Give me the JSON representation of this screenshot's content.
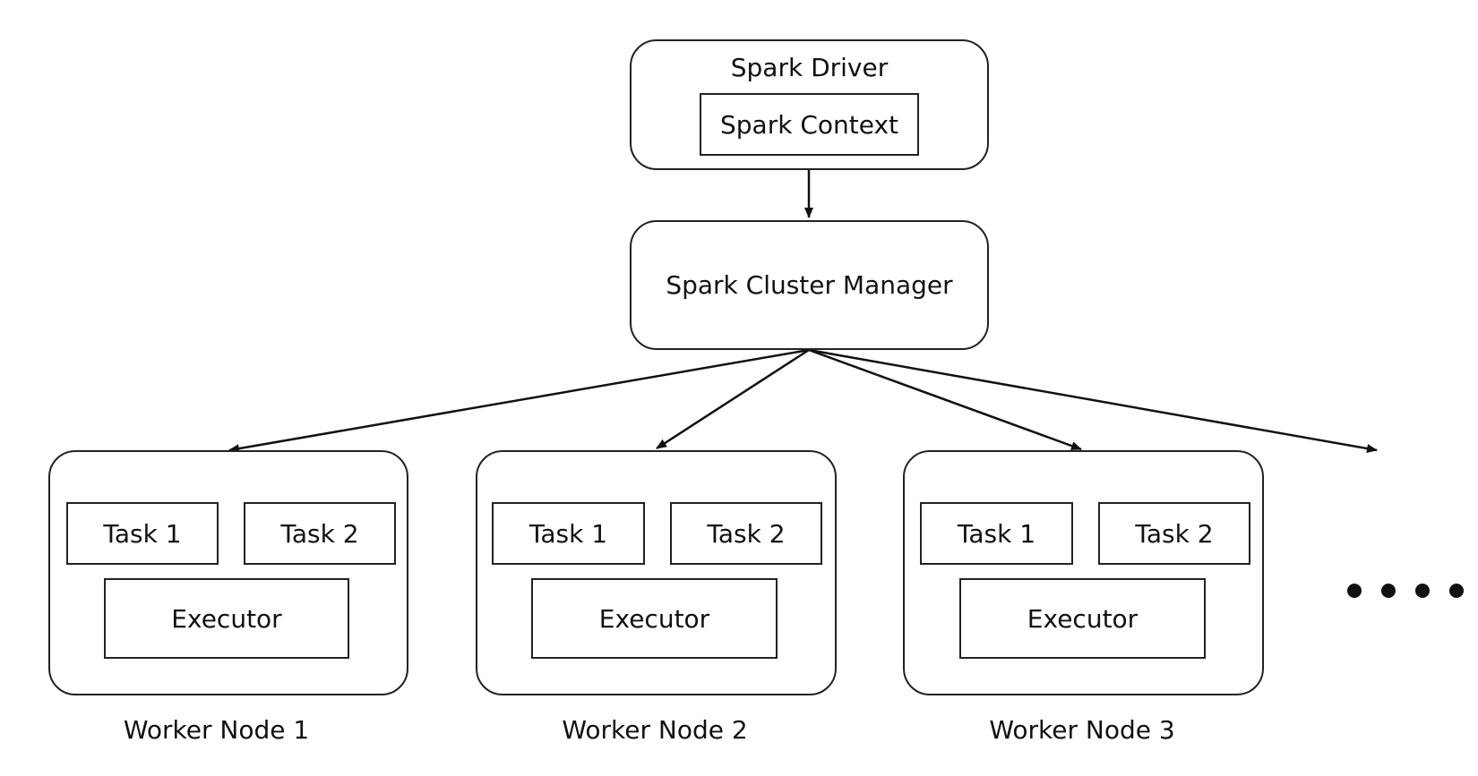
{
  "driver": {
    "title": "Spark Driver",
    "context": "Spark Context"
  },
  "cluster_manager": {
    "label": "Spark Cluster Manager"
  },
  "workers": [
    {
      "caption": "Worker Node 1",
      "task1": "Task 1",
      "task2": "Task 2",
      "executor": "Executor"
    },
    {
      "caption": "Worker Node 2",
      "task1": "Task 1",
      "task2": "Task 2",
      "executor": "Executor"
    },
    {
      "caption": "Worker Node 3",
      "task1": "Task 1",
      "task2": "Task 2",
      "executor": "Executor"
    }
  ],
  "continuation": {
    "icon": "ellipsis-dots-icon"
  }
}
